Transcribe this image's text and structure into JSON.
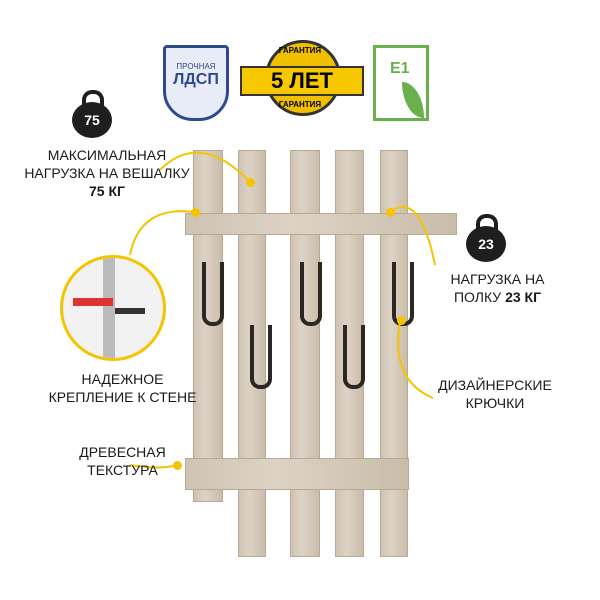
{
  "badges": {
    "ldsp_top": "ПРОЧНАЯ",
    "ldsp_main": "ЛДСП",
    "warranty_top": "ГАРАНТИЯ",
    "warranty_main": "5 ЛЕТ",
    "warranty_bottom": "ГАРАНТИЯ",
    "eco": "E1"
  },
  "features": {
    "max_load_weight": "75",
    "max_load_text": "МАКСИМАЛЬНАЯ НАГРУЗКА НА ВЕШАЛКУ",
    "max_load_value": "75 КГ",
    "shelf_load_weight": "23",
    "shelf_load_text": "НАГРУЗКА НА ПОЛКУ",
    "shelf_load_value": "23 КГ",
    "mount_text": "НАДЕЖНОЕ КРЕПЛЕНИЕ К СТЕНЕ",
    "hooks_text": "ДИЗАЙНЕРСКИЕ КРЮЧКИ",
    "texture_text": "ДРЕВЕСНАЯ ТЕКСТУРА"
  },
  "colors": {
    "accent": "#f5c400",
    "eco_green": "#6ab04c",
    "shield_blue": "#2f4a8c"
  }
}
